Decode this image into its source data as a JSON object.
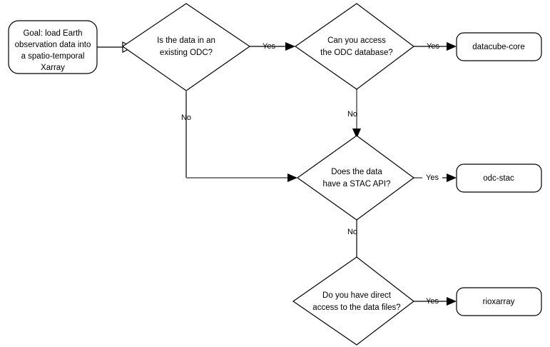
{
  "diagram": {
    "title": "Earth observation data loading decision flowchart",
    "background_color": "#ffffff",
    "stroke_color": "#000000",
    "highlight_color": "#808080",
    "nodes": {
      "goal": {
        "type": "rounded-rect",
        "lines": [
          "Goal: load Earth",
          "observation data into",
          "a spatio-temporal",
          "Xarray"
        ]
      },
      "decision_odc": {
        "type": "diamond",
        "lines": [
          "Is the data in an",
          "existing ODC?"
        ]
      },
      "decision_db": {
        "type": "diamond",
        "lines": [
          "Can you access",
          "the ODC database?"
        ]
      },
      "decision_stac": {
        "type": "diamond",
        "lines": [
          "Does the data",
          "have a STAC API?"
        ]
      },
      "decision_files": {
        "type": "diamond",
        "lines": [
          "Do you have direct",
          "access to the data files?"
        ]
      },
      "result_datacube_core": {
        "type": "rounded-rect",
        "lines": [
          "datacube-core"
        ]
      },
      "result_odc_stac": {
        "type": "rounded-rect",
        "lines": [
          "odc-stac"
        ]
      },
      "result_rioxarray": {
        "type": "rounded-rect",
        "lines": [
          "rioxarray"
        ]
      }
    },
    "edges": {
      "goal_to_odc": {
        "label": ""
      },
      "odc_yes": {
        "label": "Yes"
      },
      "odc_no": {
        "label": "No"
      },
      "db_yes": {
        "label": "Yes"
      },
      "db_no": {
        "label": "No"
      },
      "stac_yes": {
        "label": "Yes"
      },
      "stac_no": {
        "label": "No"
      },
      "files_yes": {
        "label": "Yes"
      }
    }
  }
}
